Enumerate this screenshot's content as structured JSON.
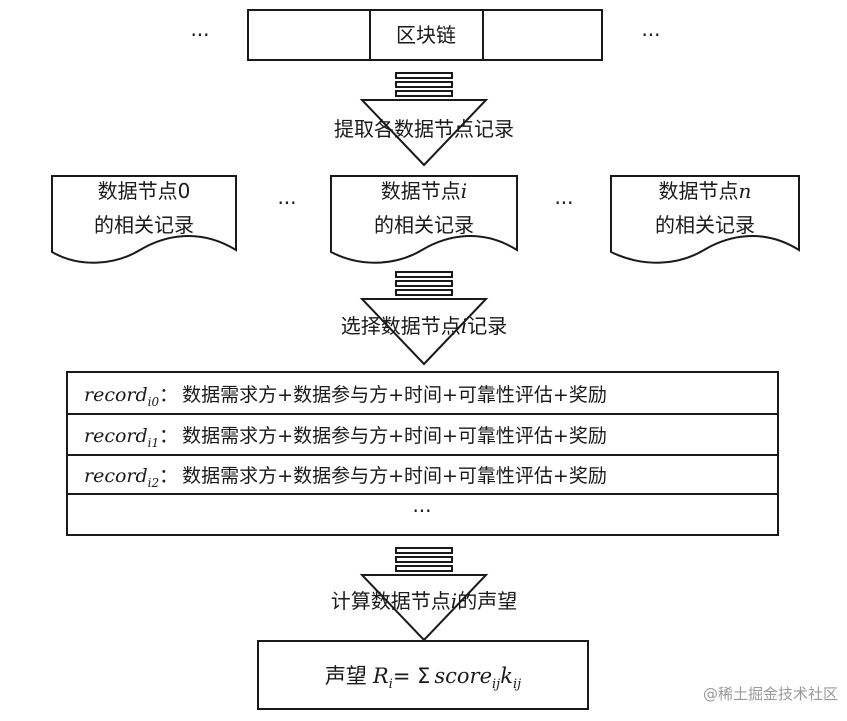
{
  "blockchain": {
    "label": "区块链",
    "left_ellipsis": "···",
    "right_ellipsis": "···"
  },
  "step1": {
    "label": "提取各数据节点记录"
  },
  "nodes": [
    {
      "line1_prefix": "数据节点",
      "line1_var": "0",
      "line2": "的相关记录"
    },
    {
      "line1_prefix": "数据节点",
      "line1_var": "i",
      "line2": "的相关记录"
    },
    {
      "line1_prefix": "数据节点",
      "line1_var": "n",
      "line2": "的相关记录"
    }
  ],
  "nodes_ellipsis": "···",
  "step2": {
    "label_prefix": "选择数据节点",
    "label_var": "i",
    "label_suffix": "记录"
  },
  "records": [
    {
      "name": "record",
      "sub": "i0",
      "sep": "：",
      "content": "数据需求方+数据参与方+时间+可靠性评估+奖励"
    },
    {
      "name": "record",
      "sub": "i1",
      "sep": "：",
      "content": "数据需求方+数据参与方+时间+可靠性评估+奖励"
    },
    {
      "name": "record",
      "sub": "i2",
      "sep": "：",
      "content": "数据需求方+数据参与方+时间+可靠性评估+奖励"
    }
  ],
  "records_ellipsis": "···",
  "step3": {
    "label_prefix": "计算数据节点",
    "label_var": "i",
    "label_suffix": "的声望"
  },
  "result": {
    "prefix": "声望",
    "R": "R",
    "R_sub": "i",
    "eq": "= Σ",
    "score": "score",
    "score_sub": "ij",
    "k": "k",
    "k_sub": "ij"
  },
  "watermark": "@稀土掘金技术社区"
}
